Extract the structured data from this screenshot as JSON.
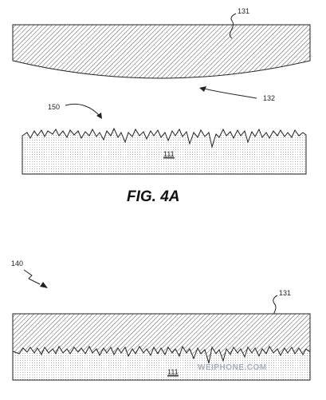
{
  "figure_4a": {
    "ref_top_plate": "131",
    "ref_curved_surface": "132",
    "ref_rough_surface": "150",
    "ref_substrate": "111",
    "caption": "FIG. 4A"
  },
  "figure_4b": {
    "ref_assembly": "140",
    "ref_top_plate": "131",
    "ref_substrate": "111"
  },
  "watermark": {
    "text": "WEIPHONE.COM"
  }
}
